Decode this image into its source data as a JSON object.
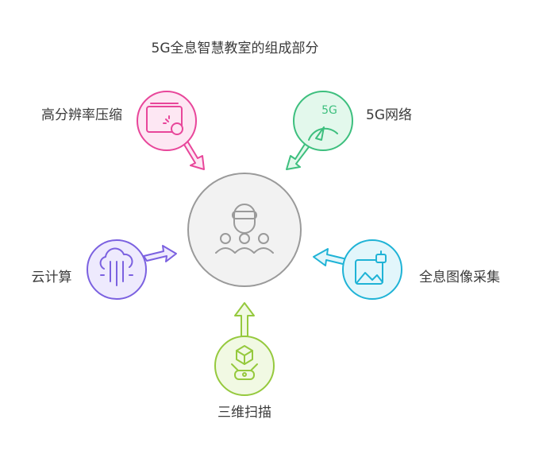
{
  "title": "5G全息智慧教室的组成部分",
  "center": {
    "icon": "vr-headset-people-icon",
    "fill": "#f2f2f2",
    "stroke": "#9a9a9a"
  },
  "components": [
    {
      "label": "高分辨率压缩",
      "icon": "screen-compress-icon",
      "color": "#e8469a",
      "fill": "#fde7f3"
    },
    {
      "label": "5G网络",
      "icon": "5g-speedometer-icon",
      "color": "#3dbf7e",
      "fill": "#e3f8ec"
    },
    {
      "label": "云计算",
      "icon": "cloud-computing-icon",
      "color": "#7b61e0",
      "fill": "#eeeafd"
    },
    {
      "label": "全息图像采集",
      "icon": "image-capture-icon",
      "color": "#1fb3d6",
      "fill": "#e2f6fb"
    },
    {
      "label": "三维扫描",
      "icon": "3d-scanner-icon",
      "color": "#95c93d",
      "fill": "#f1f9e3"
    }
  ]
}
